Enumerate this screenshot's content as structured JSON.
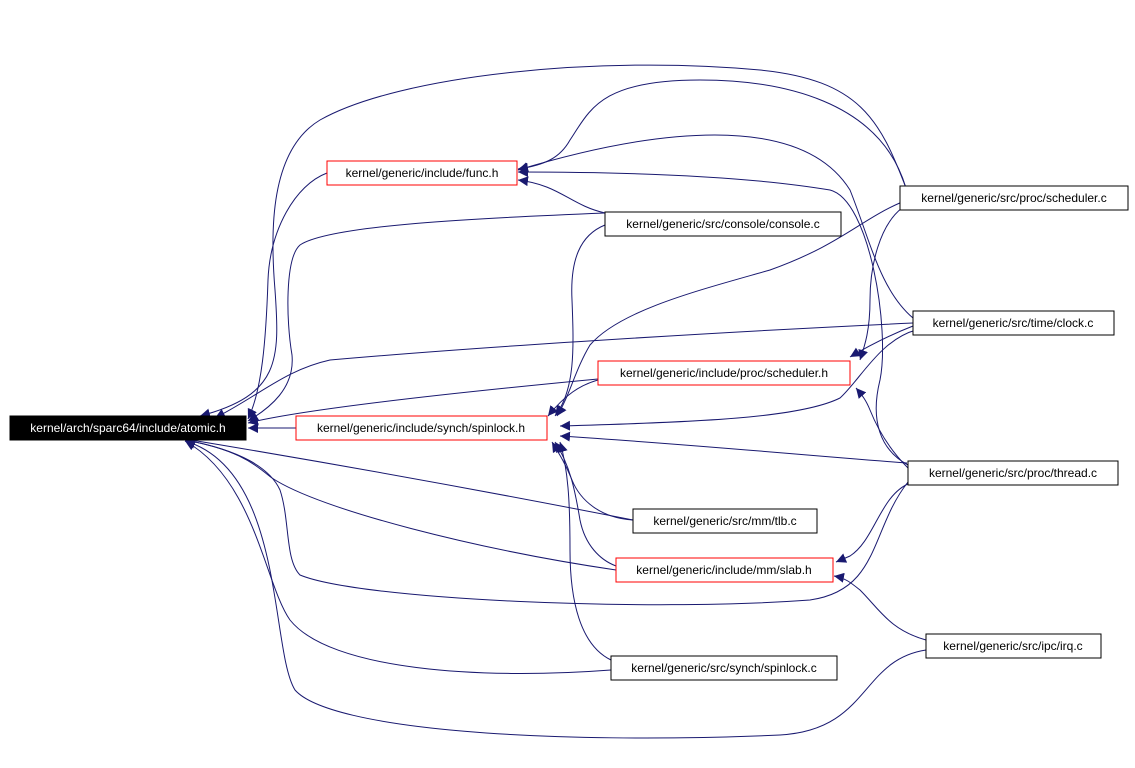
{
  "colors": {
    "edge": "#191970",
    "header_border": "#ff0000",
    "source_border": "#000000",
    "root_fill": "#000000",
    "root_text": "#ffffff",
    "node_fill": "#ffffff",
    "node_text": "#000000"
  },
  "nodes": {
    "atomic_h": {
      "label": "kernel/arch/sparc64/include/atomic.h",
      "kind": "root"
    },
    "func_h": {
      "label": "kernel/generic/include/func.h",
      "kind": "header"
    },
    "console_c": {
      "label": "kernel/generic/src/console/console.c",
      "kind": "source"
    },
    "proc_scheduler_h": {
      "label": "kernel/generic/include/proc/scheduler.h",
      "kind": "header"
    },
    "synch_spinlock_h": {
      "label": "kernel/generic/include/synch/spinlock.h",
      "kind": "header"
    },
    "mm_tlb_c": {
      "label": "kernel/generic/src/mm/tlb.c",
      "kind": "source"
    },
    "mm_slab_h": {
      "label": "kernel/generic/include/mm/slab.h",
      "kind": "header"
    },
    "synch_spinlock_c": {
      "label": "kernel/generic/src/synch/spinlock.c",
      "kind": "source"
    },
    "proc_scheduler_c": {
      "label": "kernel/generic/src/proc/scheduler.c",
      "kind": "source"
    },
    "time_clock_c": {
      "label": "kernel/generic/src/time/clock.c",
      "kind": "source"
    },
    "proc_thread_c": {
      "label": "kernel/generic/src/proc/thread.c",
      "kind": "source"
    },
    "ipc_irq_c": {
      "label": "kernel/generic/src/ipc/irq.c",
      "kind": "source"
    }
  },
  "edges": [
    {
      "from": "func_h",
      "to": "atomic_h"
    },
    {
      "from": "console_c",
      "to": "atomic_h"
    },
    {
      "from": "proc_scheduler_h",
      "to": "atomic_h"
    },
    {
      "from": "synch_spinlock_h",
      "to": "atomic_h"
    },
    {
      "from": "mm_tlb_c",
      "to": "atomic_h"
    },
    {
      "from": "mm_slab_h",
      "to": "atomic_h"
    },
    {
      "from": "synch_spinlock_c",
      "to": "atomic_h"
    },
    {
      "from": "proc_scheduler_c",
      "to": "atomic_h"
    },
    {
      "from": "time_clock_c",
      "to": "atomic_h"
    },
    {
      "from": "proc_thread_c",
      "to": "atomic_h"
    },
    {
      "from": "ipc_irq_c",
      "to": "atomic_h"
    },
    {
      "from": "console_c",
      "to": "func_h"
    },
    {
      "from": "proc_scheduler_c",
      "to": "func_h"
    },
    {
      "from": "time_clock_c",
      "to": "func_h"
    },
    {
      "from": "proc_thread_c",
      "to": "func_h"
    },
    {
      "from": "proc_scheduler_h",
      "to": "synch_spinlock_h"
    },
    {
      "from": "console_c",
      "to": "synch_spinlock_h"
    },
    {
      "from": "proc_scheduler_c",
      "to": "synch_spinlock_h"
    },
    {
      "from": "time_clock_c",
      "to": "synch_spinlock_h"
    },
    {
      "from": "proc_thread_c",
      "to": "synch_spinlock_h"
    },
    {
      "from": "mm_tlb_c",
      "to": "synch_spinlock_h"
    },
    {
      "from": "mm_slab_h",
      "to": "synch_spinlock_h"
    },
    {
      "from": "synch_spinlock_c",
      "to": "synch_spinlock_h"
    },
    {
      "from": "proc_scheduler_c",
      "to": "proc_scheduler_h"
    },
    {
      "from": "time_clock_c",
      "to": "proc_scheduler_h"
    },
    {
      "from": "proc_thread_c",
      "to": "proc_scheduler_h"
    },
    {
      "from": "proc_thread_c",
      "to": "mm_slab_h"
    },
    {
      "from": "ipc_irq_c",
      "to": "mm_slab_h"
    }
  ]
}
